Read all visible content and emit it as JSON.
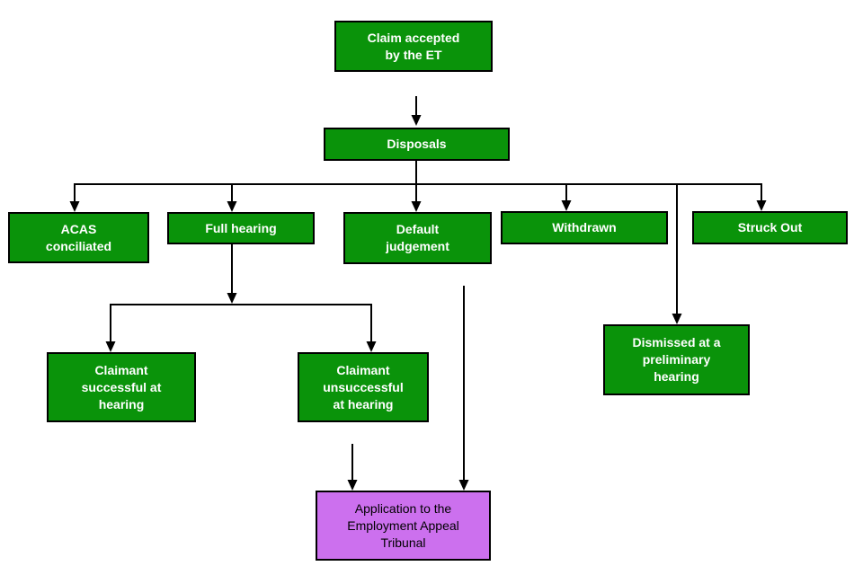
{
  "colors": {
    "node-green": "#0A930A",
    "node-purple": "#CC70EE",
    "line": "#000000",
    "text-on-green": "#FFFFFF",
    "text-on-purple": "#000000",
    "background": "#FFFFFF"
  },
  "nodes": {
    "claim_accepted": {
      "label": "Claim accepted\nby the ET",
      "color": "green"
    },
    "disposals": {
      "label": "Disposals",
      "color": "green"
    },
    "acas_conciliated": {
      "label": "ACAS\nconciliated",
      "color": "green"
    },
    "full_hearing": {
      "label": "Full hearing",
      "color": "green"
    },
    "default_judgement": {
      "label": "Default\njudgement",
      "color": "green"
    },
    "withdrawn": {
      "label": "Withdrawn",
      "color": "green"
    },
    "struck_out": {
      "label": "Struck Out",
      "color": "green"
    },
    "dismissed_preliminary": {
      "label": "Dismissed at a\npreliminary\nhearing",
      "color": "green"
    },
    "claimant_successful": {
      "label": "Claimant\nsuccessful at\nhearing",
      "color": "green"
    },
    "claimant_unsuccessful": {
      "label": "Claimant\nunsuccessful\nat hearing",
      "color": "green"
    },
    "appeal_tribunal": {
      "label": "Application to the\nEmployment Appeal\nTribunal",
      "color": "purple"
    }
  }
}
